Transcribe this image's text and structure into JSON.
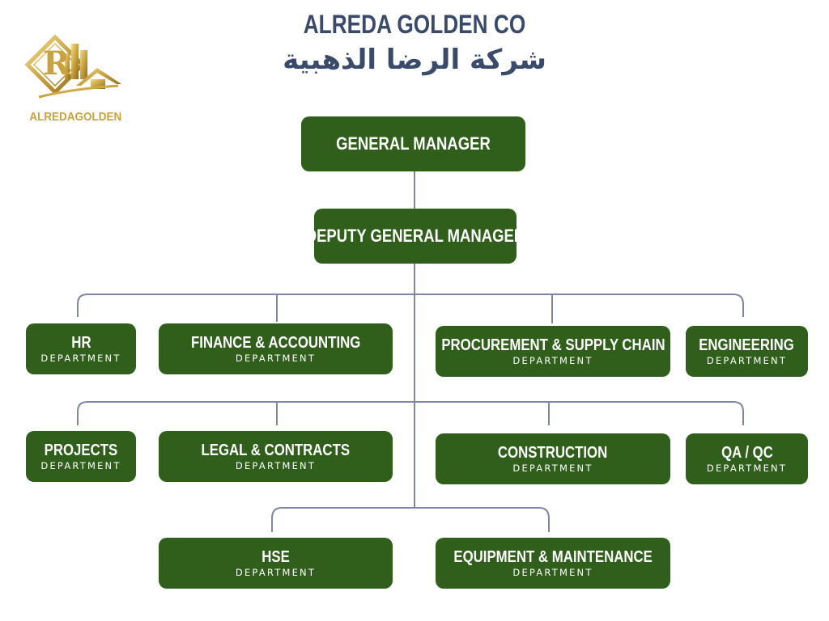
{
  "header": {
    "title_en": "ALREDA GOLDEN CO",
    "title_ar": "شركة الرضا الذهبية"
  },
  "logo": {
    "text": "ALREDAGOLDEN",
    "monogram": "R",
    "icon": "building-house-icon",
    "color": "#c9a23e"
  },
  "colors": {
    "box": "#2f5f1a",
    "title": "#3a4a6b",
    "connector": "#7d87a3",
    "logo_gold": "#c9a23e"
  },
  "org": {
    "general_manager": "GENERAL MANAGER",
    "deputy_general_manager": "DEPUTY GENERAL MANAGER",
    "department_label": "DEPARTMENT",
    "departments": [
      "HR",
      "FINANCE & ACCOUNTING",
      "PROCUREMENT & SUPPLY CHAIN",
      "ENGINEERING",
      "PROJECTS",
      "LEGAL & CONTRACTS",
      "CONSTRUCTION",
      "QA / QC",
      "HSE",
      "EQUIPMENT & MAINTENANCE"
    ]
  }
}
